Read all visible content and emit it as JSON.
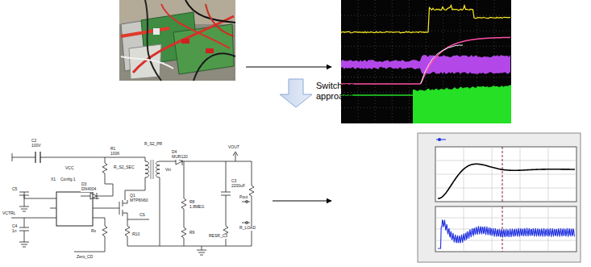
{
  "diagram": {
    "labels": [
      "Switching approach",
      "C2",
      "100V",
      "R1",
      "100K",
      "R_S2_SEC",
      "R_S2_PR",
      "D3",
      "DN4004",
      "VCC",
      "X1",
      "Config 1",
      "C5",
      "C4",
      "1n",
      "VCTRL",
      "Rs",
      "Q1",
      "MTP6N60",
      "D4",
      "MUR120",
      "VOUT",
      "C3",
      "2200uF",
      "R8",
      "1.8MEG",
      "R10",
      "R9",
      "RESR_C3",
      "Zero_CD",
      "CS",
      "Vin",
      "Pout",
      "R_LOAD"
    ]
  }
}
